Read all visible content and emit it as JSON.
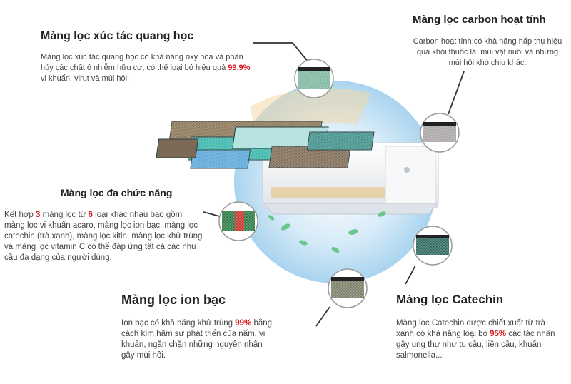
{
  "features": {
    "photocatalytic": {
      "title": "Màng lọc xúc tác quang học",
      "text_before": "Màng lọc xúc tác quang học có khả năng oxy hóa và phân hủy các chất ô nhiễm hữu cơ, có thể loại bỏ hiệu quả ",
      "highlight": "99.9%",
      "text_after": " vi khuẩn, virut và mùi hôi."
    },
    "carbon": {
      "title": "Màng lọc carbon hoạt tính",
      "text": "Carbon hoạt tính có khả năng hấp thụ hiệu quả khói thuốc lá, mùi vật nuôi và những mùi hôi khó chịu khác."
    },
    "multifunction": {
      "title": "Màng lọc đa chức năng",
      "text_1": "Kết hợp ",
      "highlight_1": "3",
      "text_2": " màng lọc từ ",
      "highlight_2": "6",
      "text_3": " loại khác nhau bao gồm màng lọc vi khuẩn acaro, màng lọc ion bạc, màng lọc catechin (trà xanh), màng lọc kitin, màng lọc khử trùng và màng lọc vitamin C có thể đáp ứng tất cả các nhu cầu đa dạng của người dùng."
    },
    "silver_ion": {
      "title": "Màng lọc ion bạc",
      "text_before": "Ion bạc có khả năng khử trùng ",
      "highlight": "99%",
      "text_after": " bằng cách kìm hãm sự phát triển của nấm, vi khuẩn, ngăn chặn những nguyên nhân gây mùi hôi."
    },
    "catechin": {
      "title": "Màng lọc Catechin",
      "text_before": "Màng lọc Catechin được chiết xuất từ trà xanh có khả năng loại bỏ ",
      "highlight": "95%",
      "text_after": " các tác nhân gây ung thư như tụ cầu, liên cầu, khuẩn salmonella..."
    }
  },
  "colors": {
    "highlight": "#d8141b",
    "glow": "#a9d4ef",
    "ac_body": "#eef1f4",
    "filter_teal": "#38b5aa",
    "filter_blue": "#5aa6d8",
    "filter_bronze": "#8a7456"
  }
}
